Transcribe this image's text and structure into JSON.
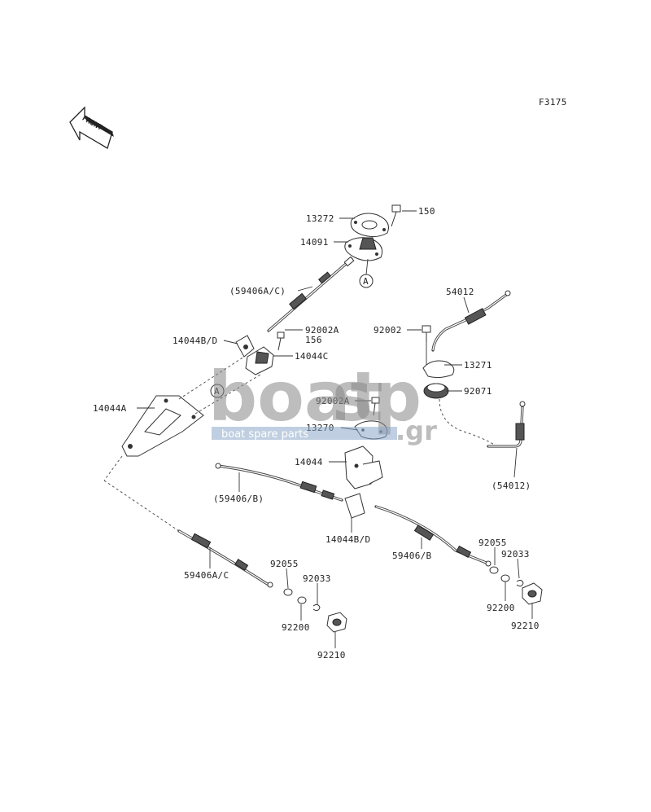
{
  "figure_code": "F3175",
  "front_label": "FRONT",
  "marker_a": "A",
  "watermark": {
    "brand_main": "boat",
    "brand_accent": "sp",
    "domain_suffix": ".gr",
    "tagline": "boat spare parts"
  },
  "callouts": {
    "c150": "150",
    "c13272": "13272",
    "c14091": "14091",
    "c59406ac_top": "(59406A/C)",
    "c54012": "54012",
    "c92002a_top": "92002A",
    "c156": "156",
    "c92002": "92002",
    "c14044bd_top": "14044B/D",
    "c14044c": "14044C",
    "c13271": "13271",
    "c14044a": "14044A",
    "c92002a_mid": "92002A",
    "c92071": "92071",
    "c13270": "13270",
    "c14044": "14044",
    "c54012_paren": "(54012)",
    "c59406b_paren": "(59406/B)",
    "c14044bd_bottom": "14044B/D",
    "c92055_right": "92055",
    "c92033_right": "92033",
    "c59406b": "59406/B",
    "c92055_left": "92055",
    "c92033_left": "92033",
    "c59406ac_bottom": "59406A/C",
    "c92200_right": "92200",
    "c92210_right": "92210",
    "c92200_left": "92200",
    "c92210_left": "92210"
  }
}
